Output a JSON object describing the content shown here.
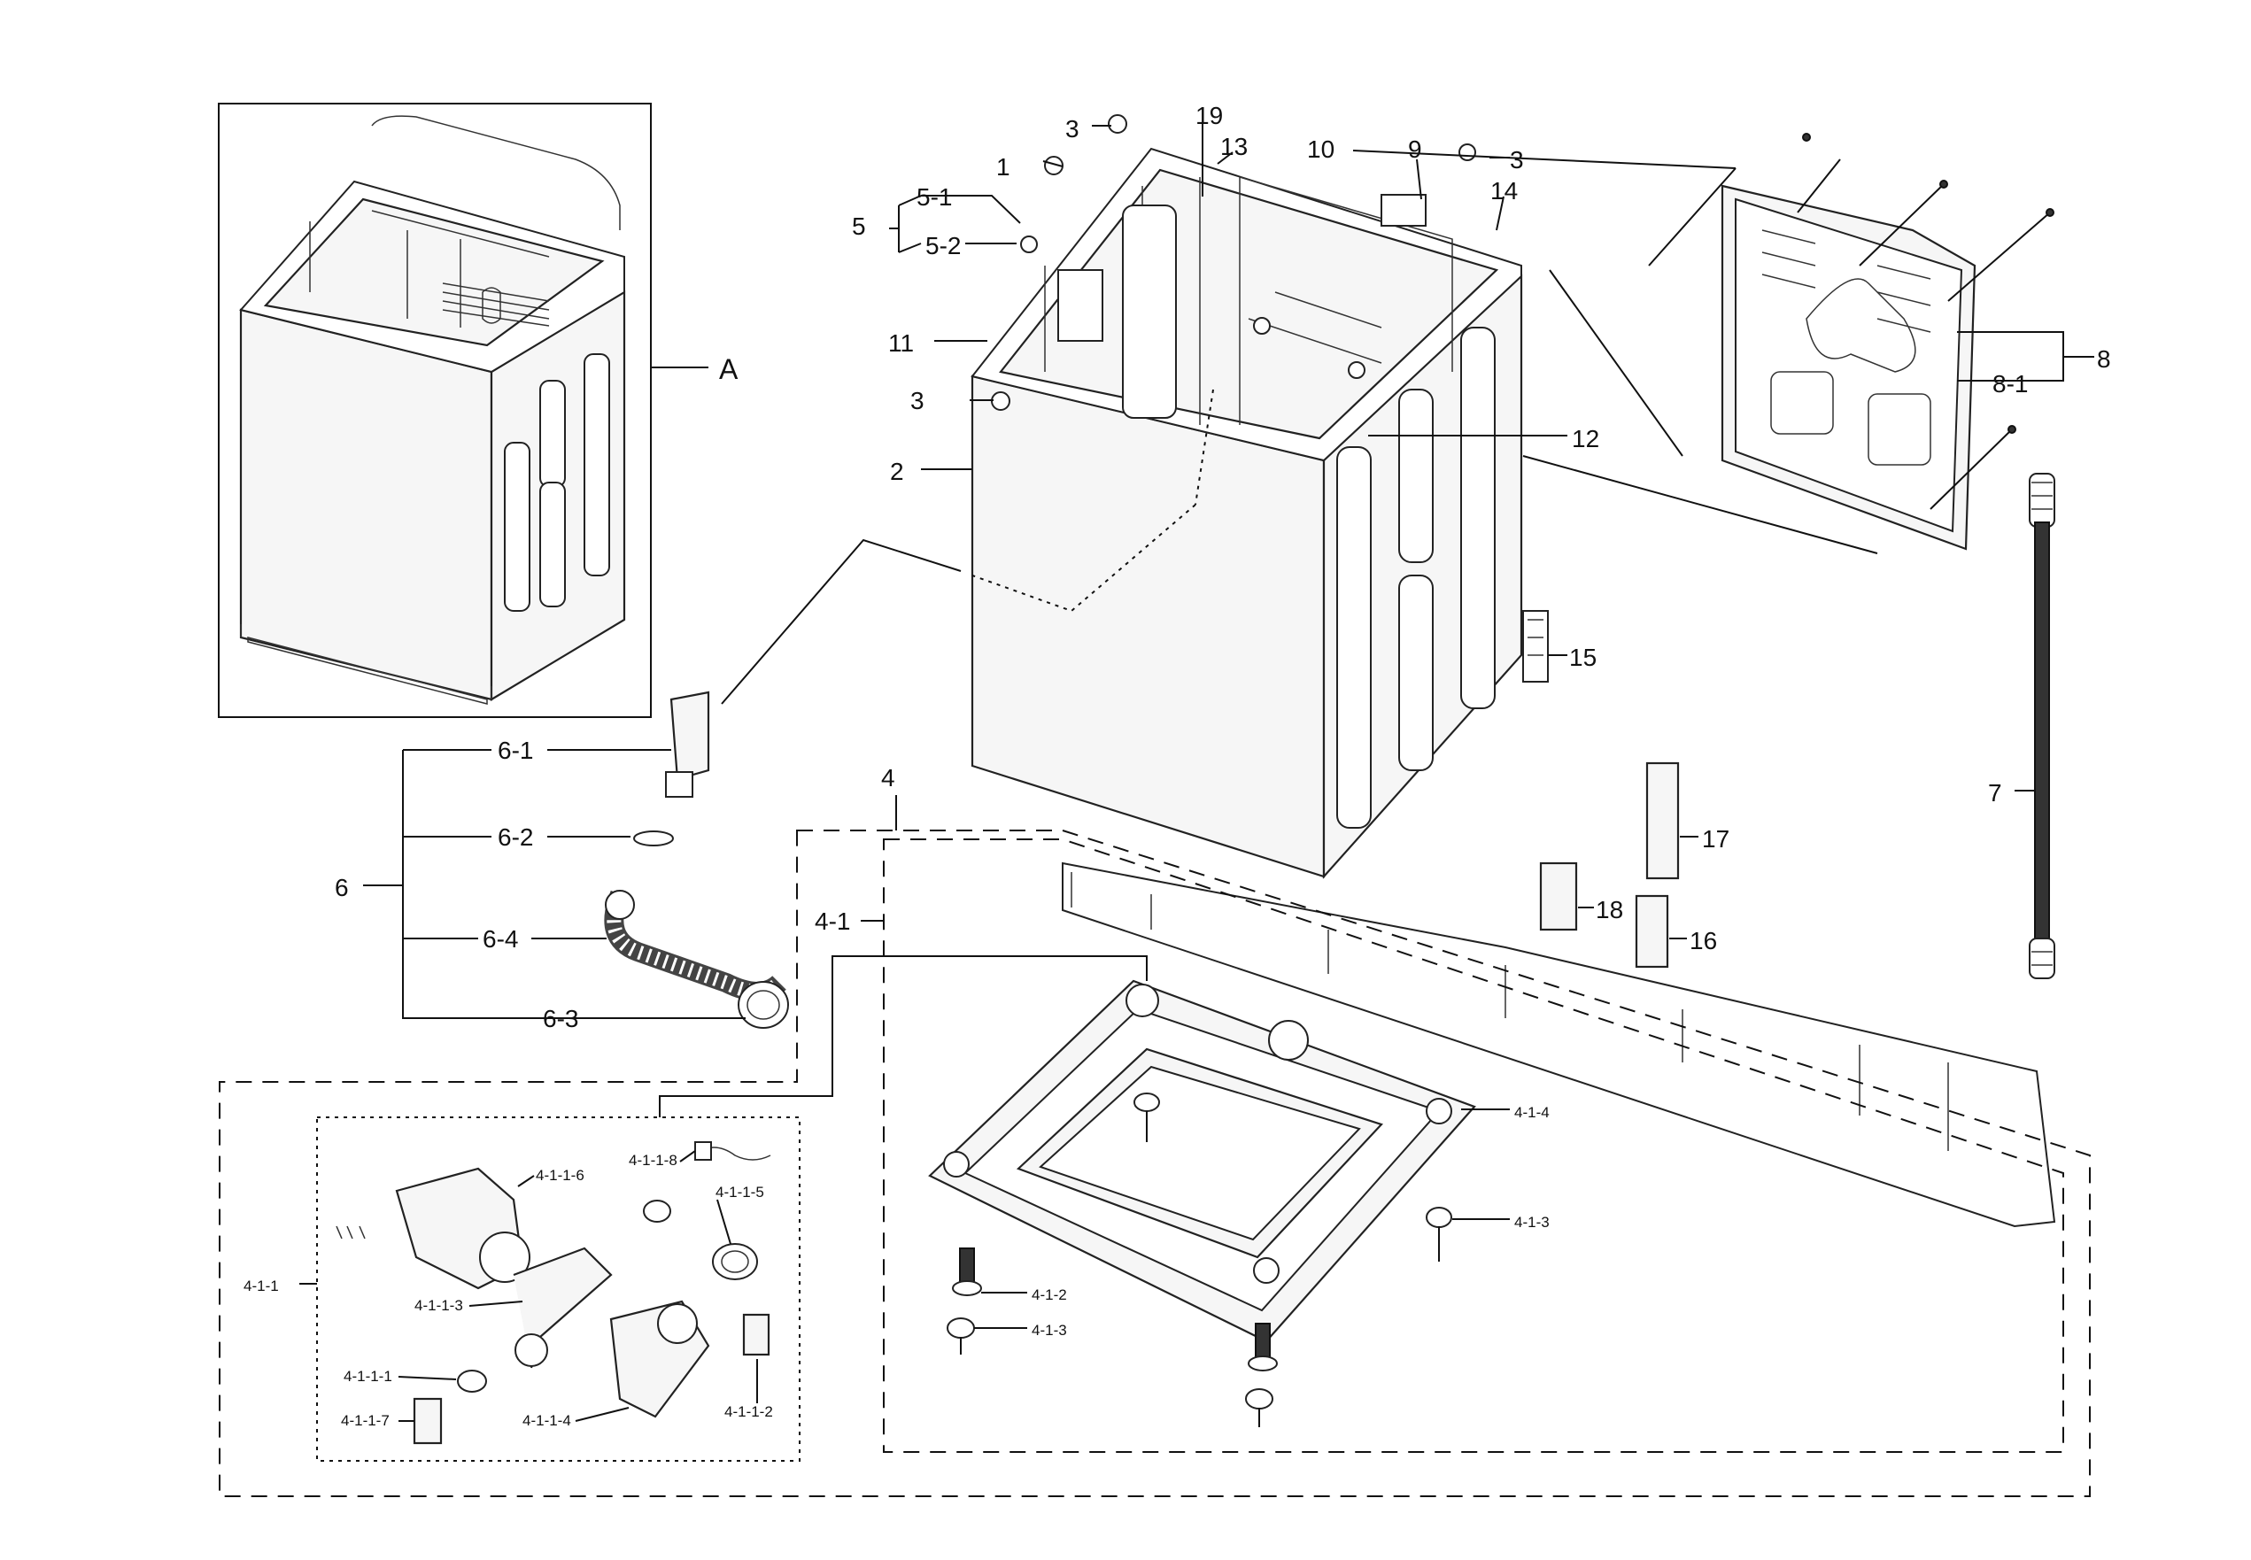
{
  "diagram": {
    "colors": {
      "line": "#111111",
      "paper": "#ffffff",
      "fill": "#f6f6f6"
    },
    "labels": {
      "A": "A",
      "l1": "1",
      "l2": "2",
      "l3a": "3",
      "l3b": "3",
      "l3c": "3",
      "l4": "4",
      "l4_1": "4-1",
      "l4_1_1": "4-1-1",
      "l4_1_1_1": "4-1-1-1",
      "l4_1_1_2": "4-1-1-2",
      "l4_1_1_3": "4-1-1-3",
      "l4_1_1_4": "4-1-1-4",
      "l4_1_1_5": "4-1-1-5",
      "l4_1_1_6": "4-1-1-6",
      "l4_1_1_7": "4-1-1-7",
      "l4_1_1_8": "4-1-1-8",
      "l4_1_2": "4-1-2",
      "l4_1_3a": "4-1-3",
      "l4_1_3b": "4-1-3",
      "l4_1_4": "4-1-4",
      "l5": "5",
      "l5_1": "5-1",
      "l5_2": "5-2",
      "l6": "6",
      "l6_1": "6-1",
      "l6_2": "6-2",
      "l6_3": "6-3",
      "l6_4": "6-4",
      "l7": "7",
      "l8": "8",
      "l8_1": "8-1",
      "l9": "9",
      "l10": "10",
      "l11": "11",
      "l12": "12",
      "l13": "13",
      "l14": "14",
      "l15": "15",
      "l16": "16",
      "l17": "17",
      "l18": "18",
      "l19": "19"
    }
  }
}
